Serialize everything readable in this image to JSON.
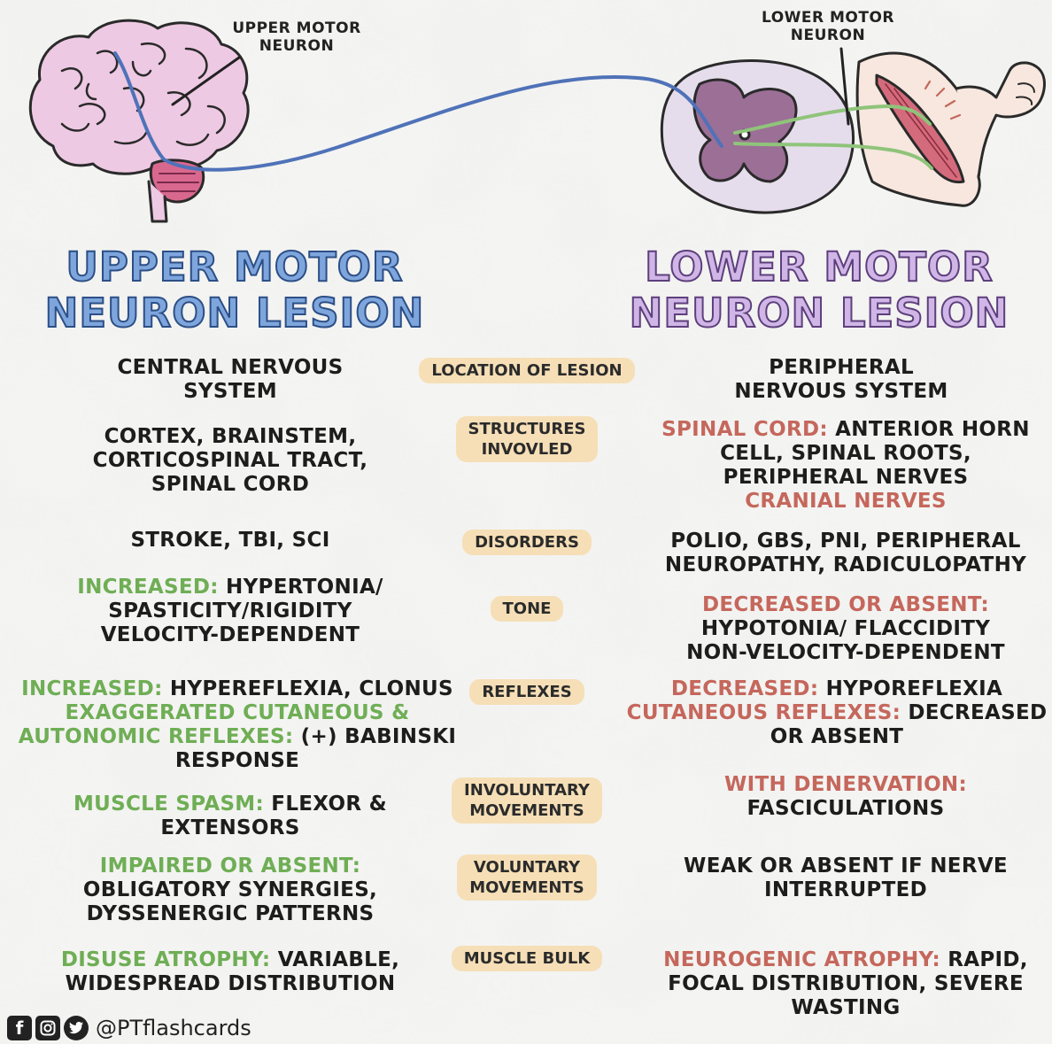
{
  "labels": {
    "upper_motor_neuron": [
      "UPPER MOTOR",
      "NEURON"
    ],
    "lower_motor_neuron": [
      "LOWER MOTOR",
      "NEURON"
    ]
  },
  "titles": {
    "umn": [
      "UPPER MOTOR",
      "NEURON LESION"
    ],
    "lmn": [
      "LOWER MOTOR",
      "NEURON LESION"
    ]
  },
  "rows": [
    {
      "category": [
        "LOCATION OF LESION"
      ],
      "umn": [
        [
          {
            "t": "CENTRAL NERVOUS",
            "c": "dark"
          }
        ],
        [
          {
            "t": "SYSTEM",
            "c": "dark"
          }
        ]
      ],
      "lmn": [
        [
          {
            "t": "PERIPHERAL",
            "c": "dark"
          }
        ],
        [
          {
            "t": "NERVOUS SYSTEM",
            "c": "dark"
          }
        ]
      ]
    },
    {
      "category": [
        "STRUCTURES",
        "INVOVLED"
      ],
      "umn": [
        [
          {
            "t": "CORTEX, BRAINSTEM,",
            "c": "dark"
          }
        ],
        [
          {
            "t": "CORTICOSPINAL TRACT,",
            "c": "dark"
          }
        ],
        [
          {
            "t": "SPINAL CORD",
            "c": "dark"
          }
        ]
      ],
      "lmn": [
        [
          {
            "t": "SPINAL CORD:",
            "c": "red"
          },
          {
            "t": " ANTERIOR HORN",
            "c": "dark"
          }
        ],
        [
          {
            "t": "CELL, SPINAL ROOTS,",
            "c": "dark"
          }
        ],
        [
          {
            "t": "PERIPHERAL NERVES",
            "c": "dark"
          }
        ],
        [
          {
            "t": "CRANIAL NERVES",
            "c": "red"
          }
        ]
      ]
    },
    {
      "category": [
        "DISORDERS"
      ],
      "umn": [
        [
          {
            "t": "STROKE, TBI, SCI",
            "c": "dark"
          }
        ]
      ],
      "lmn": [
        [
          {
            "t": "POLIO, GBS, PNI, PERIPHERAL",
            "c": "dark"
          }
        ],
        [
          {
            "t": "NEUROPATHY, RADICULOPATHY",
            "c": "dark"
          }
        ]
      ]
    },
    {
      "category": [
        "TONE"
      ],
      "umn": [
        [
          {
            "t": "INCREASED:",
            "c": "green"
          },
          {
            "t": " HYPERTONIA/",
            "c": "dark"
          }
        ],
        [
          {
            "t": "SPASTICITY/RIGIDITY",
            "c": "dark"
          }
        ],
        [
          {
            "t": "VELOCITY-DEPENDENT",
            "c": "dark"
          }
        ]
      ],
      "lmn": [
        [
          {
            "t": "DECREASED OR ABSENT:",
            "c": "red"
          }
        ],
        [
          {
            "t": "HYPOTONIA/ FLACCIDITY",
            "c": "dark"
          }
        ],
        [
          {
            "t": "NON-VELOCITY-DEPENDENT",
            "c": "dark"
          }
        ]
      ]
    },
    {
      "category": [
        "REFLEXES"
      ],
      "umn": [
        [
          {
            "t": "INCREASED:",
            "c": "green"
          },
          {
            "t": " HYPEREFLEXIA, CLONUS",
            "c": "dark"
          }
        ],
        [
          {
            "t": "EXAGGERATED CUTANEOUS &",
            "c": "green"
          }
        ],
        [
          {
            "t": "AUTONOMIC REFLEXES:",
            "c": "green"
          },
          {
            "t": " (+) BABINSKI",
            "c": "dark"
          }
        ],
        [
          {
            "t": "RESPONSE",
            "c": "dark"
          }
        ]
      ],
      "lmn": [
        [
          {
            "t": "DECREASED:",
            "c": "red"
          },
          {
            "t": " HYPOREFLEXIA",
            "c": "dark"
          }
        ],
        [
          {
            "t": "CUTANEOUS REFLEXES:",
            "c": "red"
          },
          {
            "t": " DECREASED",
            "c": "dark"
          }
        ],
        [
          {
            "t": "OR ABSENT",
            "c": "dark"
          }
        ]
      ]
    },
    {
      "category": [
        "INVOLUNTARY",
        "MOVEMENTS"
      ],
      "umn": [
        [
          {
            "t": "MUSCLE SPASM:",
            "c": "green"
          },
          {
            "t": " FLEXOR &",
            "c": "dark"
          }
        ],
        [
          {
            "t": "EXTENSORS",
            "c": "dark"
          }
        ]
      ],
      "lmn": [
        [
          {
            "t": "WITH DENERVATION:",
            "c": "red"
          }
        ],
        [
          {
            "t": "FASCICULATIONS",
            "c": "dark"
          }
        ]
      ]
    },
    {
      "category": [
        "VOLUNTARY",
        "MOVEMENTS"
      ],
      "umn": [
        [
          {
            "t": "IMPAIRED OR ABSENT:",
            "c": "green"
          }
        ],
        [
          {
            "t": "OBLIGATORY SYNERGIES,",
            "c": "dark"
          }
        ],
        [
          {
            "t": "DYSSENERGIC PATTERNS",
            "c": "dark"
          }
        ]
      ],
      "lmn": [
        [
          {
            "t": "WEAK OR ABSENT IF NERVE",
            "c": "dark"
          }
        ],
        [
          {
            "t": "INTERRUPTED",
            "c": "dark"
          }
        ]
      ]
    },
    {
      "category": [
        "MUSCLE BULK"
      ],
      "umn": [
        [
          {
            "t": "DISUSE ATROPHY:",
            "c": "green"
          },
          {
            "t": " VARIABLE,",
            "c": "dark"
          }
        ],
        [
          {
            "t": "WIDESPREAD DISTRIBUTION",
            "c": "dark"
          }
        ]
      ],
      "lmn": [
        [
          {
            "t": "NEUROGENIC ATROPHY:",
            "c": "red"
          },
          {
            "t": " RAPID,",
            "c": "dark"
          }
        ],
        [
          {
            "t": "FOCAL DISTRIBUTION, SEVERE",
            "c": "dark"
          }
        ],
        [
          {
            "t": "WASTING",
            "c": "dark"
          }
        ]
      ]
    }
  ],
  "footer": {
    "icons": [
      "facebook-icon",
      "instagram-icon",
      "twitter-icon"
    ],
    "handle": "@PTflashcards"
  },
  "colors": {
    "umn_title_fill": "#7ea6dd",
    "lmn_title_fill": "#cfb6e6",
    "green_term": "#6fae55",
    "red_term": "#c5675c",
    "category_pill": "#f6dfb7",
    "umn_pathway": "#4f72b8",
    "lmn_pathway": "#8fc47a"
  }
}
